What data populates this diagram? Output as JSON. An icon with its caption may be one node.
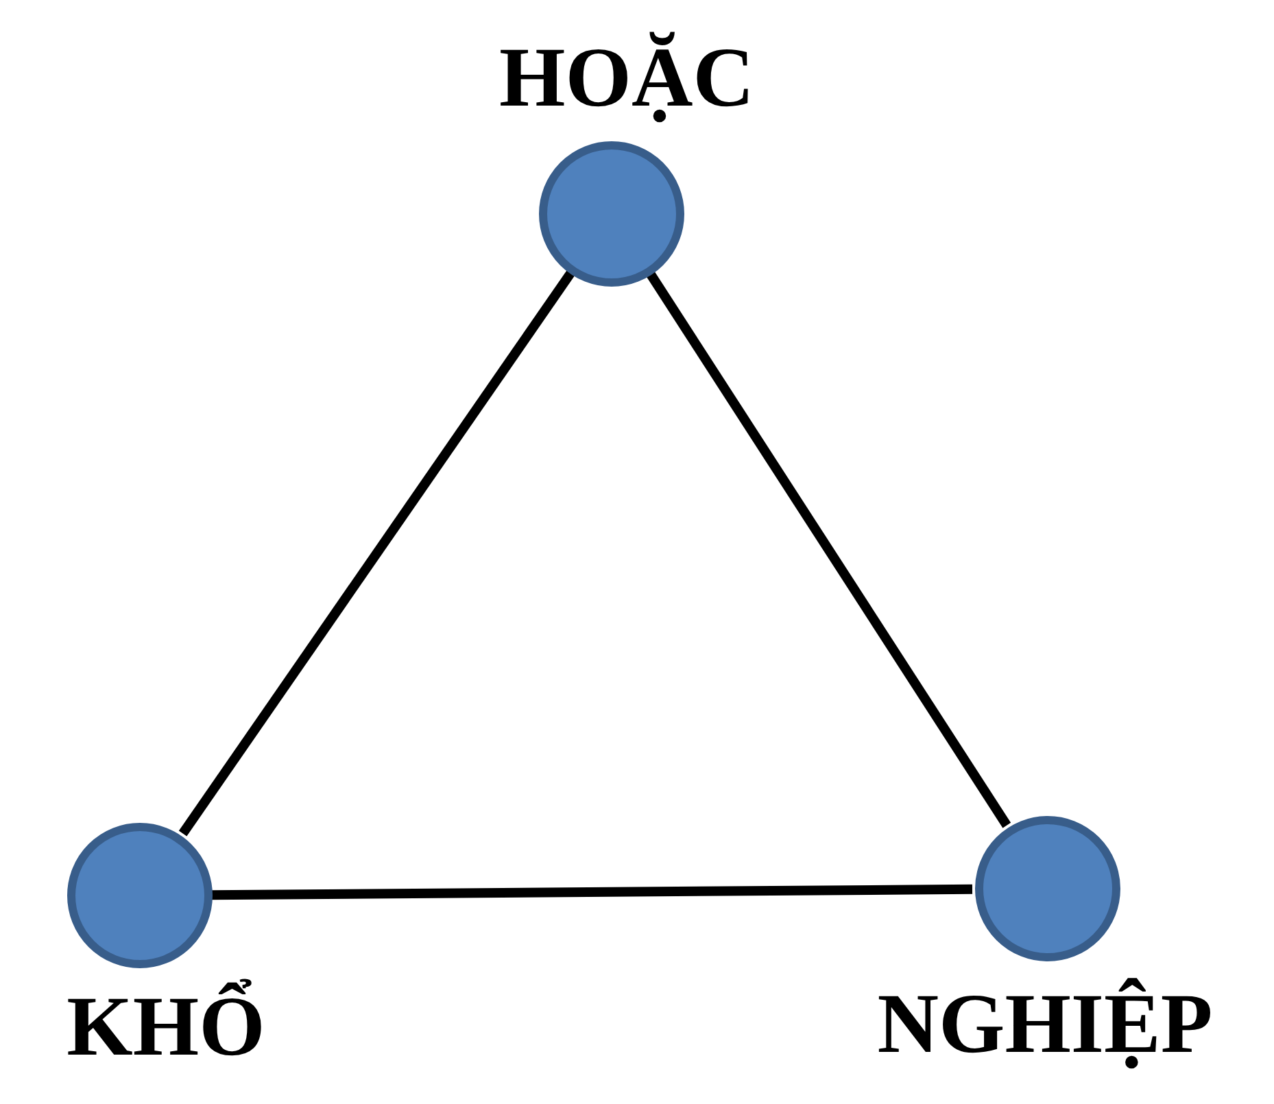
{
  "diagram": {
    "nodes": [
      {
        "text": [
          "HOẶC"
        ]
      },
      {
        "text": [
          "KHỔ"
        ]
      },
      {
        "text": [
          "NGHIỆP"
        ]
      }
    ],
    "edges": [
      {
        "from": 0,
        "to": 1,
        "arrow": "none"
      },
      {
        "from": 0,
        "to": 2,
        "arrow": "none"
      },
      {
        "from": 1,
        "to": 2,
        "arrow": "none"
      }
    ]
  }
}
